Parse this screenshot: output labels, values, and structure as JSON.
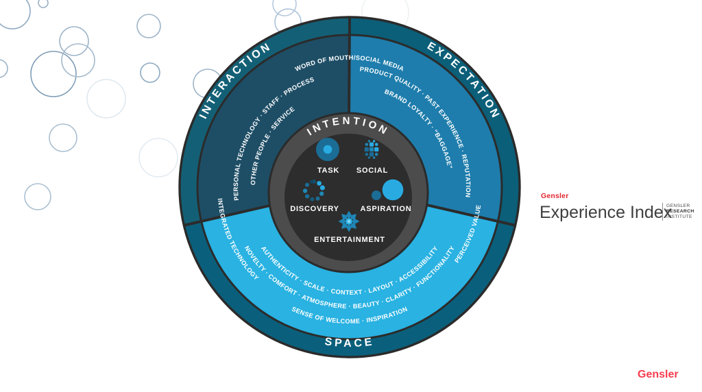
{
  "wheel": {
    "center": {
      "title": "INTENTION",
      "ring_color": "#4c4c4c",
      "core_color": "#2d2d2d",
      "items": [
        {
          "label": "TASK",
          "icon": "task-icon"
        },
        {
          "label": "SOCIAL",
          "icon": "social-icon"
        },
        {
          "label": "DISCOVERY",
          "icon": "discovery-icon"
        },
        {
          "label": "ASPIRATION",
          "icon": "aspiration-icon"
        },
        {
          "label": "ENTERTAINMENT",
          "icon": "entertainment-icon"
        }
      ]
    },
    "segments": {
      "interaction": {
        "label": "INTERACTION",
        "band_color": "#136076",
        "fill": "#1e4e66",
        "arcs": {
          "row1": "PERSONAL TECHNOLOGY · STAFF · PROCESS",
          "row2": "OTHER PEOPLE · SERVICE"
        }
      },
      "expectation": {
        "label": "EXPECTATION",
        "band_color": "#0b5f79",
        "fill": "#1e7dac",
        "arcs": {
          "row1": "PRODUCT QUALITY · PAST EXPERIENCE · REPUTATION",
          "row2": "BRAND LOYALTY · “BAGGAGE”"
        }
      },
      "space": {
        "label": "SPACE",
        "band_color": "#0a607c",
        "fill": "#29b2e2",
        "arcs": {
          "row1": "AUTHENTICITY · SCALE · CONTEXT · LAYOUT · ACCESSIBILITY",
          "row2": "NOVELTY · COMFORT · ATMOSPHERE · BEAUTY · CLARITY · FUNCTIONALITY",
          "row3": "SENSE OF WELCOME · INSPIRATION"
        }
      }
    },
    "bridge_arcs": {
      "word_of_mouth": "WORD OF MOUTH/SOCIAL MEDIA",
      "integrated_technology": "INTEGRATED TECHNOLOGY",
      "perceived_value": "PERCEIVED VALUE"
    },
    "icon_colors": {
      "light_blue": "#29abe2",
      "mid_blue": "#1f86b4",
      "dark_blue": "#1b6d96"
    }
  },
  "branding": {
    "logo": "Gensler",
    "title": "Experience Index",
    "institute": [
      "GENSLER",
      "RESEARCH",
      "INSTITUTE"
    ],
    "footer_logo": "Gensler",
    "accent_red": "#e2252f",
    "footer_red": "#f63b4e"
  }
}
